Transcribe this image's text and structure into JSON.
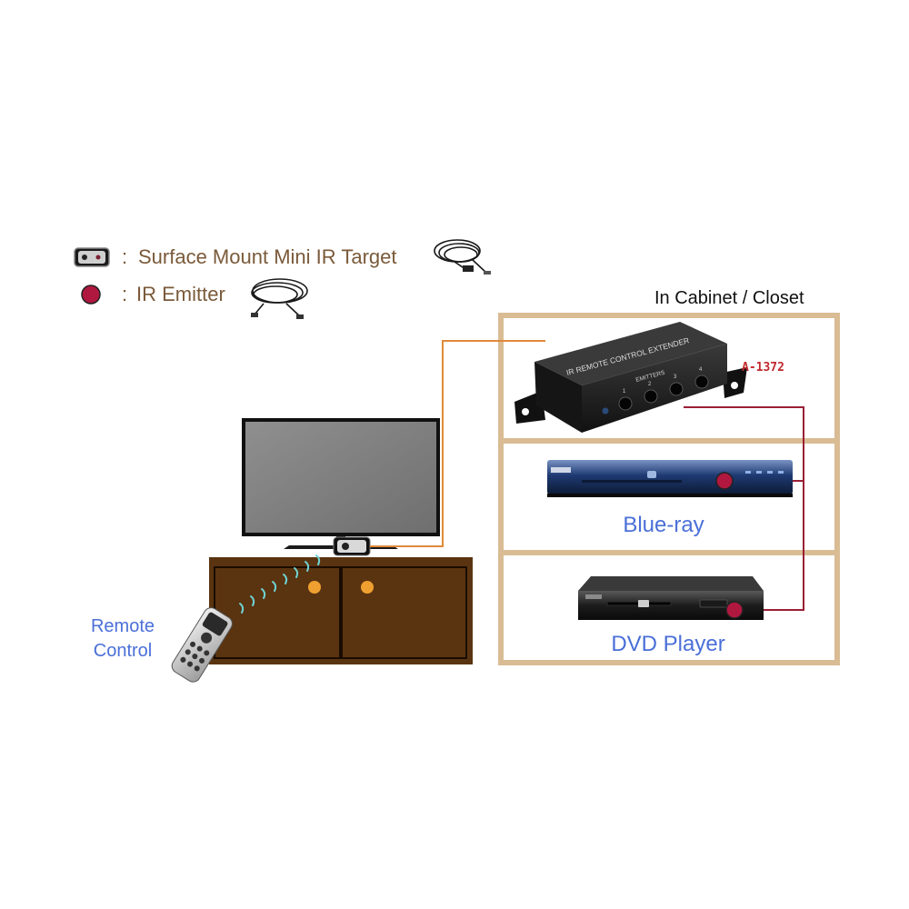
{
  "legend": {
    "target_separator": ":",
    "target_label": "Surface Mount Mini IR Target",
    "emitter_separator": ":",
    "emitter_label": "IR Emitter"
  },
  "cabinet": {
    "title": "In Cabinet / Closet"
  },
  "extender": {
    "model": "A-1372",
    "face_text": "IR REMOTE CONTROL EXTENDER",
    "emitters_text": "EMITTERS",
    "port_numbers": [
      "1",
      "2",
      "3",
      "4"
    ]
  },
  "devices": {
    "bluray_label": "Blue-ray",
    "dvd_label": "DVD Player"
  },
  "remote": {
    "label_line1": "Remote",
    "label_line2": "Control"
  },
  "colors": {
    "cabinet_wood": "#d9bc94",
    "tv_stand": "#5a3410",
    "ir_target_cable": "#e08a3a",
    "emitter_cable": "#9a1f35",
    "emitter_dot": "#b01840",
    "label_blue": "#4a6fd8",
    "legend_brown": "#7a5a3a",
    "model_red": "#c0282d"
  }
}
